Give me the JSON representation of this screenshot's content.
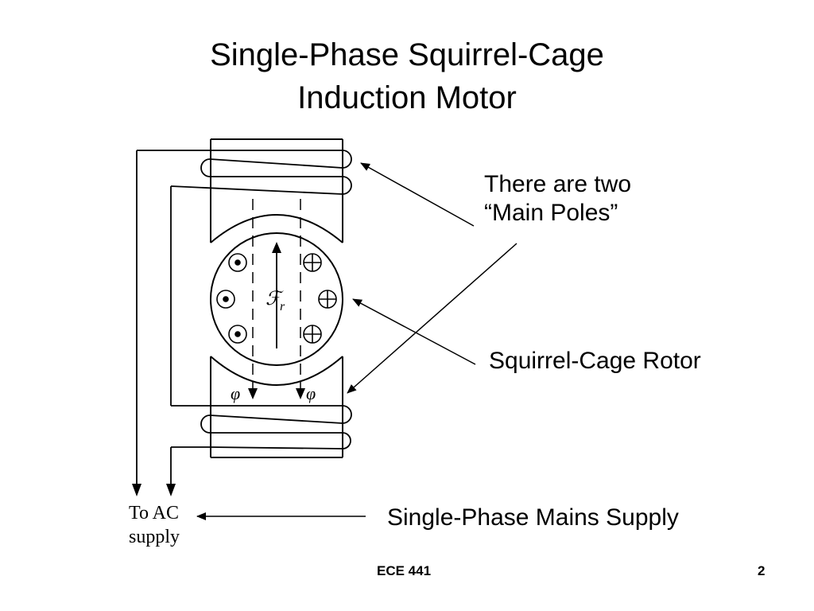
{
  "slide": {
    "title_line1": "Single-Phase Squirrel-Cage",
    "title_line2": "Induction Motor"
  },
  "diagram": {
    "main_poles_note_line1": "There are two",
    "main_poles_note_line2": "“Main Poles”",
    "rotor_label": "Squirrel-Cage Rotor",
    "supply_note": "Single-Phase Mains Supply",
    "ac_supply_line1": "To AC",
    "ac_supply_line2": "supply",
    "rotor_mmf_symbol": "ℱ",
    "rotor_mmf_subscript": "r",
    "flux_symbol": "φ"
  },
  "footer": {
    "course": "ECE 441",
    "page_number": "2"
  }
}
